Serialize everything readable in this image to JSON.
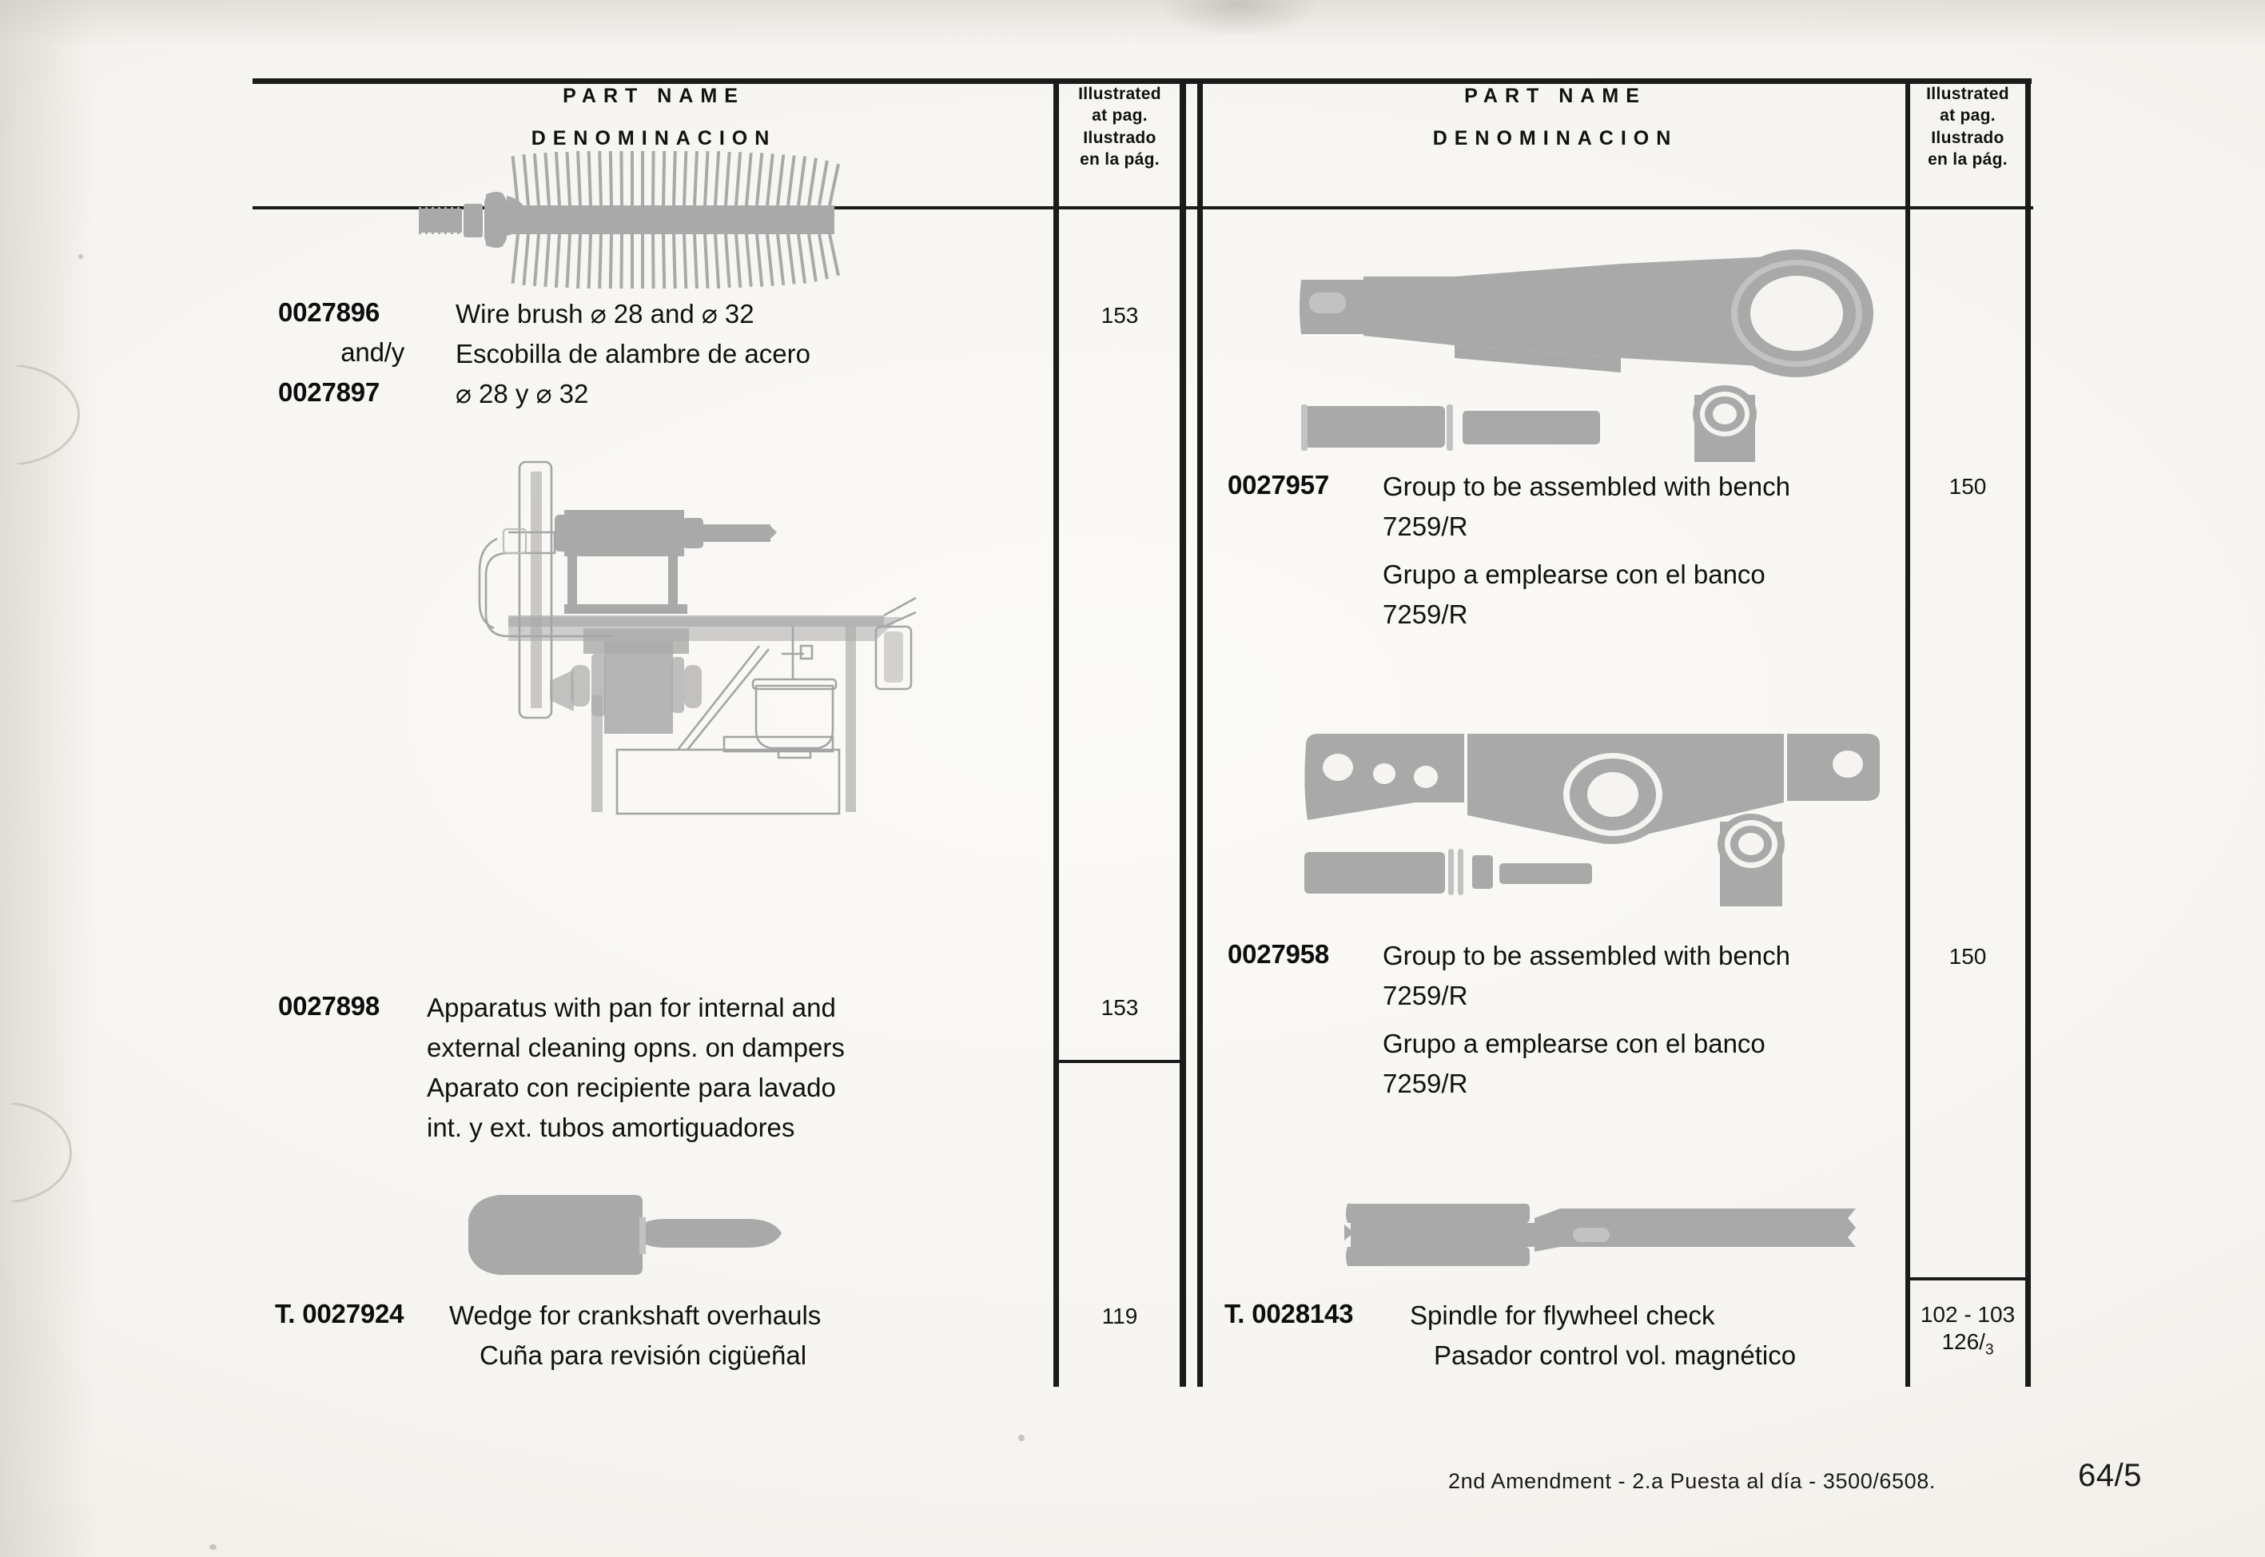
{
  "document": {
    "kind": "parts-catalog-page",
    "footer_note": "2nd Amendment - 2.a Puesta al día - 3500/6508.",
    "page_number": "64/5"
  },
  "header": {
    "part_name_en": "PART NAME",
    "part_name_es": "DENOMINACION",
    "pag_line1": "Illustrated",
    "pag_line2": "at pag.",
    "pag_line3": "Ilustrado",
    "pag_line4": "en la pág."
  },
  "columns": {
    "left": {
      "entries": [
        {
          "code_lines": [
            "0027896",
            "and/y",
            "0027897"
          ],
          "desc_lines": [
            "Wire brush ⌀ 28 and ⌀ 32",
            "Escobilla  de  alambre  de  acero",
            "⌀ 28 y ⌀ 32"
          ],
          "page_ref": "153",
          "illustration": "wire-brush"
        },
        {
          "code_lines": [
            "0027898"
          ],
          "desc_lines": [
            "Apparatus with pan for internal and",
            "external cleaning opns. on dampers",
            "Aparato con recipiente para lavado",
            "int. y ext. tubos amortiguadores"
          ],
          "page_ref": "153",
          "illustration": "washing-apparatus"
        },
        {
          "code_lines": [
            "T. 0027924"
          ],
          "desc_lines": [
            "Wedge for crankshaft overhauls",
            "Cuña para revisión cigüeñal"
          ],
          "page_ref": "119",
          "illustration": "wedge"
        }
      ]
    },
    "right": {
      "entries": [
        {
          "code_lines": [
            "0027957"
          ],
          "desc_lines": [
            "Group to be assembled with bench",
            "7259/R",
            "Grupo a emplearse  con  el  banco",
            "7259/R"
          ],
          "page_ref": "150",
          "illustration": "lever-arm-with-eye"
        },
        {
          "code_lines": [
            "0027958"
          ],
          "desc_lines": [
            "Group to be assembled with bench",
            "7259/R",
            "Grupo a emplearse  con  el  banco",
            "7259/R"
          ],
          "page_ref": "150",
          "illustration": "rocker-arm"
        },
        {
          "code_lines": [
            "T. 0028143"
          ],
          "desc_lines": [
            "Spindle for flywheel check",
            "Pasador control vol. magnético"
          ],
          "page_ref_line1": "102 - 103",
          "page_ref_line2_num": "126/",
          "page_ref_line2_sub": "3",
          "illustration": "slotted-spindle"
        }
      ]
    }
  },
  "colors": {
    "ink_black": "#1b1b1b",
    "illustration_gray": "#a9a9a9",
    "paper": "#f6f4f0"
  }
}
